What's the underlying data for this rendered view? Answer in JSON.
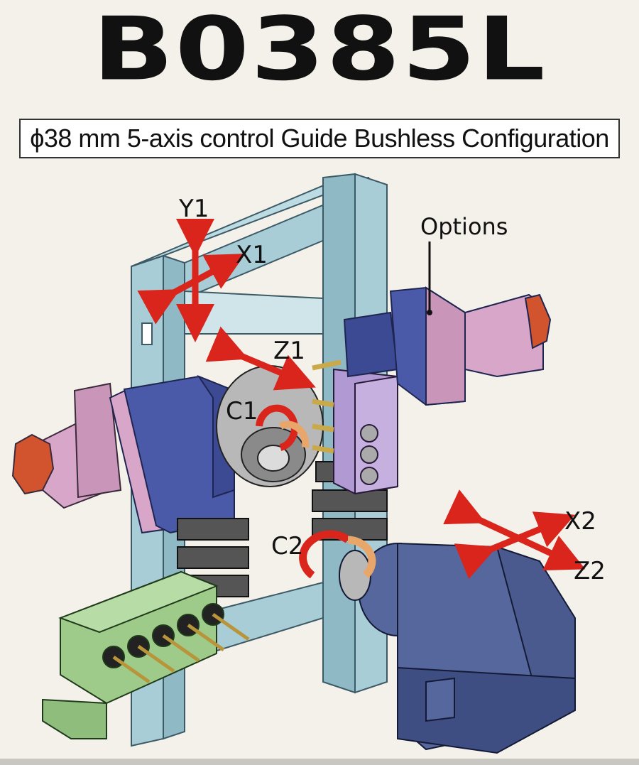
{
  "header": {
    "model": "B0385L",
    "subtitle": "ϕ38 mm 5-axis control Guide Bushless Configuration"
  },
  "diagram": {
    "axis_labels": {
      "y1": "Y1",
      "x1": "X1",
      "z1": "Z1",
      "c1": "C1",
      "c2": "C2",
      "x2": "X2",
      "z2": "Z2"
    },
    "callout": "Options",
    "colors": {
      "frame": "#a9cdd6",
      "blue_unit": "#4a5aa8",
      "motor": "#d7a6c8",
      "motor_cap": "#d2542e",
      "green_block": "#9ecb8a",
      "spindle": "#56679e",
      "arrow": "#d9251c",
      "rotation": "#e8a66a"
    }
  }
}
